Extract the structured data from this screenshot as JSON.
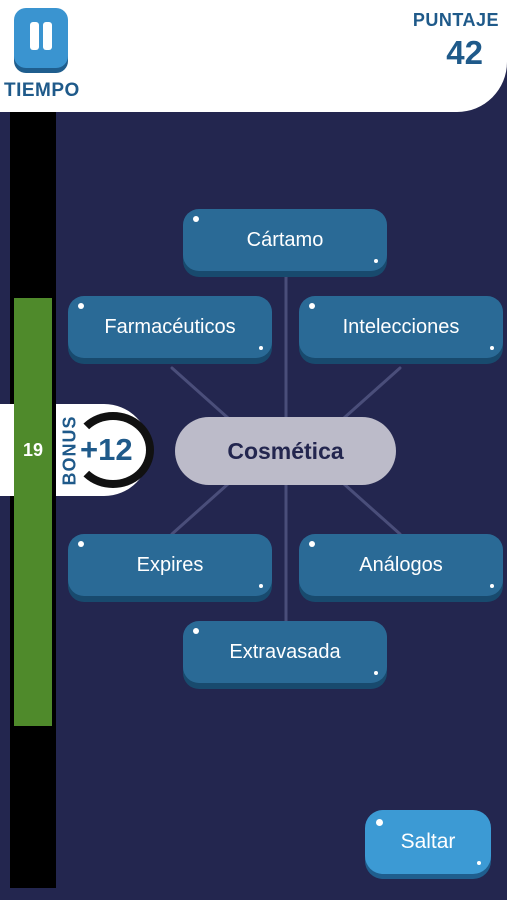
{
  "header": {
    "timer_label": "TIEMPO",
    "score_label": "PUNTAJE",
    "score_value": "42"
  },
  "timer": {
    "seconds_left": "19",
    "fill_fraction": 0.73
  },
  "bonus": {
    "label": "BONUS",
    "value": "+12"
  },
  "puzzle": {
    "center_word": "Cosmética",
    "options": [
      {
        "id": "cartamo",
        "label": "Cártamo"
      },
      {
        "id": "farmaceuticos",
        "label": "Farmacéuticos"
      },
      {
        "id": "intelecciones",
        "label": "Intelecciones"
      },
      {
        "id": "expires",
        "label": "Expires"
      },
      {
        "id": "analogos",
        "label": "Análogos"
      },
      {
        "id": "extravasada",
        "label": "Extravasada"
      }
    ]
  },
  "actions": {
    "skip_label": "Saltar"
  },
  "icons": {
    "pause": "pause-icon"
  },
  "colors": {
    "background": "#23264f",
    "word_button": "#2a6a96",
    "center_pill": "#bcbbc9",
    "timer_fill": "#4f8a2b",
    "accent_text": "#1f5a8a",
    "skip_button": "#3c9ad4"
  }
}
